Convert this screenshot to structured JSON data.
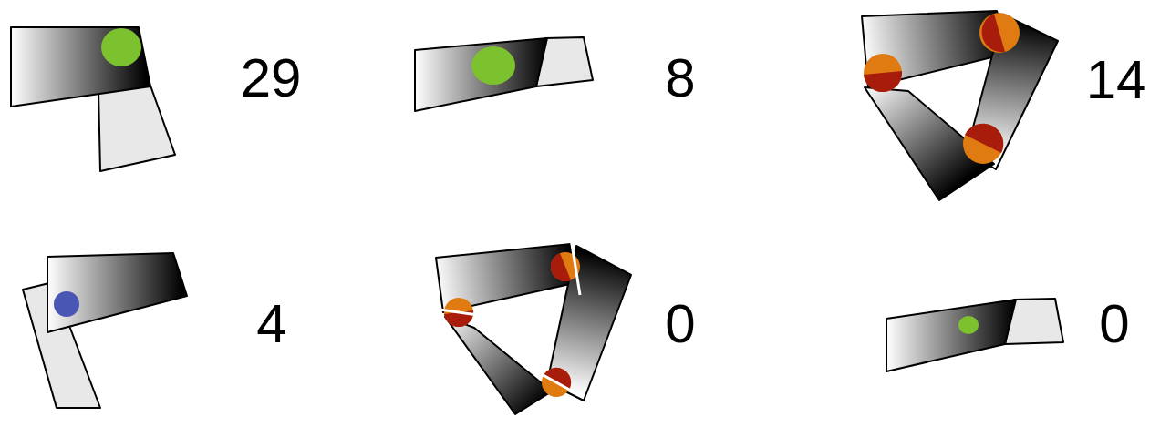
{
  "diagram": {
    "labels": [
      "29",
      "8",
      "14",
      "4",
      "0",
      "0"
    ]
  }
}
